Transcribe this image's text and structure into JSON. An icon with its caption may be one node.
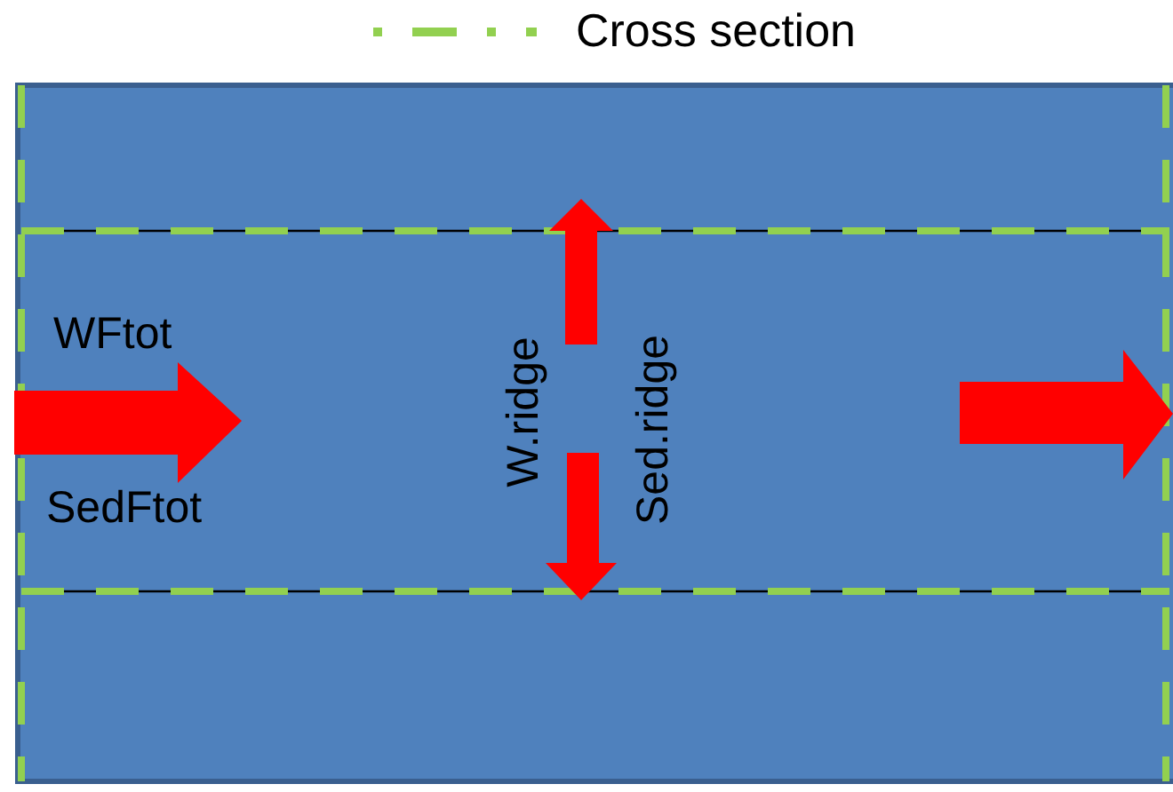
{
  "diagram": {
    "labels": [
      "WFtot",
      "SedFtot",
      "W.ridge",
      "Sed.ridge"
    ],
    "legend": [
      {
        "text": "Cross section"
      }
    ]
  }
}
